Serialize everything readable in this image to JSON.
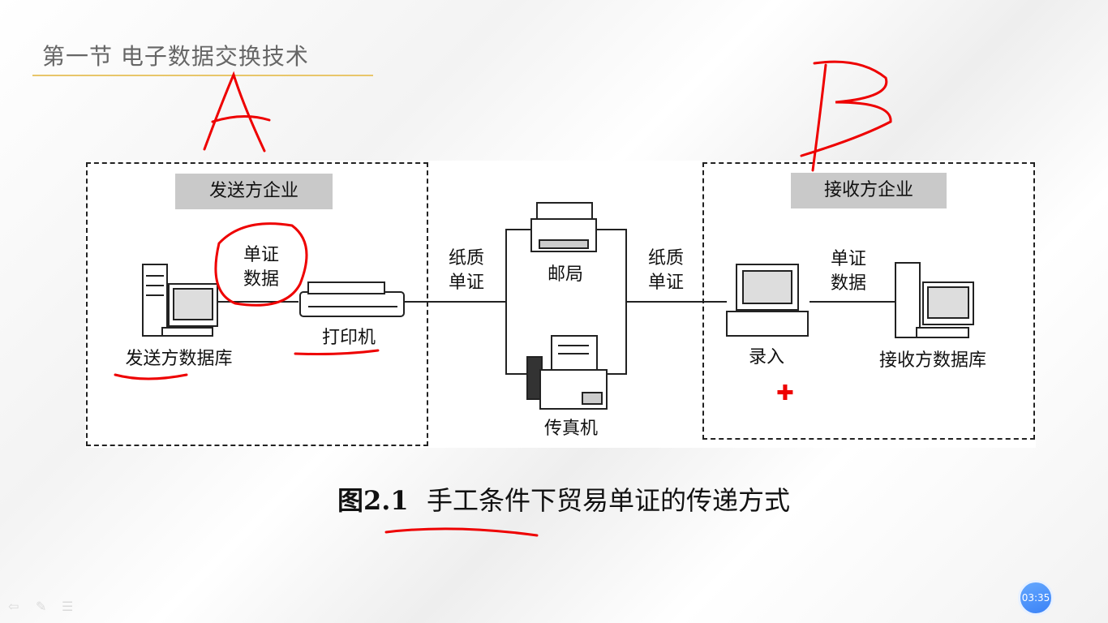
{
  "slide_title": "第一节  电子数据交换技术",
  "sender": {
    "badge": "发送方企业",
    "data_label_1": "单证",
    "data_label_2": "数据",
    "database": "发送方数据库",
    "printer": "打印机"
  },
  "middle": {
    "paper_1": "纸质",
    "paper_2": "单证",
    "post": "邮局",
    "fax": "传真机",
    "paper_r1": "纸质",
    "paper_r2": "单证"
  },
  "receiver": {
    "badge": "接收方企业",
    "data_label_1": "单证",
    "data_label_2": "数据",
    "input": "录入",
    "database": "接收方数据库"
  },
  "caption": {
    "num": "图2.1",
    "text": "手工条件下贸易单证的传递方式"
  },
  "annotations": {
    "letter_a": "A",
    "letter_b": "B"
  },
  "timer": "03:35",
  "colors": {
    "accent": "#e8c66a",
    "ink": "#e00000",
    "timer": "#3b82f6"
  }
}
